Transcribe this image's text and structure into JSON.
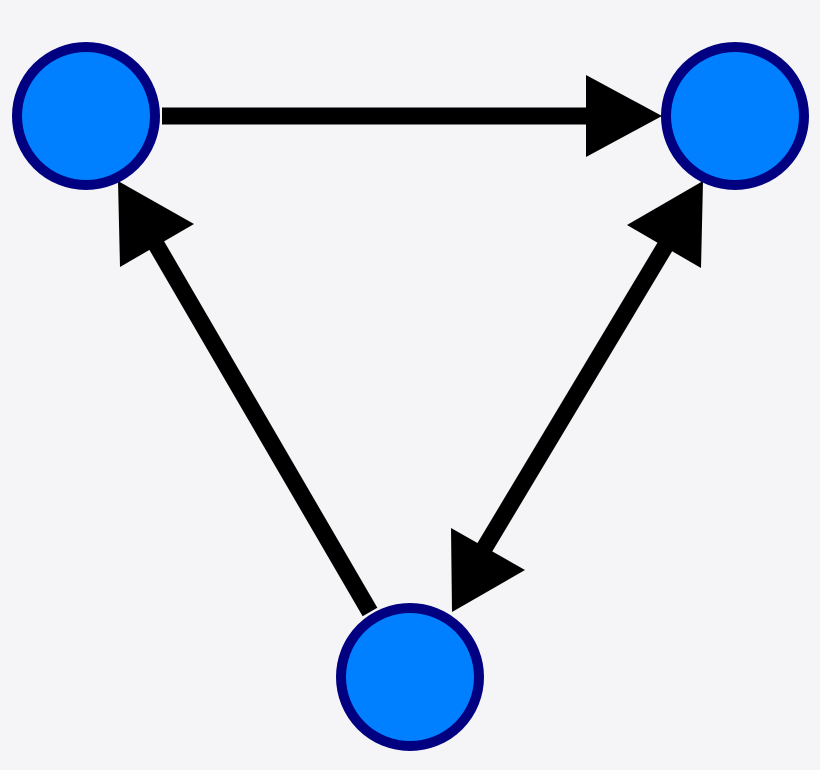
{
  "colors": {
    "background": "#f5f5f7",
    "node_fill": "#0080ff",
    "node_stroke": "#000080",
    "edge": "#000000"
  },
  "nodes": [
    {
      "id": "top-left"
    },
    {
      "id": "top-right"
    },
    {
      "id": "bottom"
    }
  ],
  "edges": [
    {
      "from": "top-left",
      "to": "top-right",
      "directed": "forward"
    },
    {
      "from": "bottom",
      "to": "top-left",
      "directed": "forward"
    },
    {
      "from": "bottom",
      "to": "top-right",
      "directed": "both"
    }
  ]
}
